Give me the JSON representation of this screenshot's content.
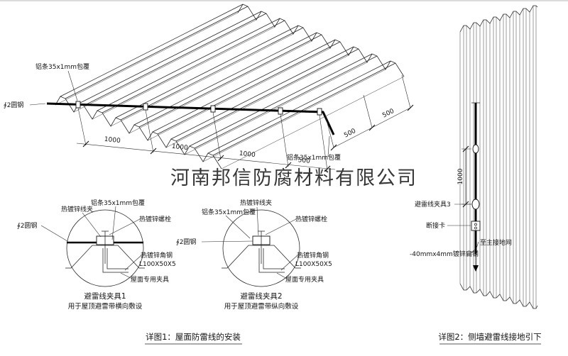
{
  "colors": {
    "line": "#1f1f1f",
    "red": "#cc1111",
    "watermark": "#a6a6a6"
  },
  "watermark": {
    "text": "河南邦信防腐材料有限公司"
  },
  "roof": {
    "labels": {
      "alu_strip_top": "铝条35x1mm包覆",
      "round_steel": "∮2圆钢",
      "alu_strip_right": "铝条35x1mm包覆"
    },
    "dims": {
      "d1": "1000",
      "d2": "1000",
      "d3": "1000",
      "d4": "500",
      "d5": "500",
      "d6": "500"
    }
  },
  "detail1": {
    "title": "避雷线夹具1",
    "subtitle": "用于屋顶避雷带横向敷设",
    "labels": {
      "clamp": "热镀锌线夹",
      "alu_strip": "铝条35x1mm包覆",
      "bolt": "热镀锌螺栓",
      "round_steel": "∮2圆钢",
      "angle_steel": "热镀锌角钢",
      "angle_spec": "L100X50X5",
      "fixture": "屋面专用夹具"
    }
  },
  "detail2": {
    "title": "避雷线夹具2",
    "subtitle": "用于屋顶避雷带纵向敷设",
    "labels": {
      "clamp": "热镀锌线夹",
      "alu_strip": "铝条35x1mm包覆",
      "bolt": "热镀锌螺栓",
      "round_steel": "∮2圆钢",
      "angle_steel": "热镀锌角钢",
      "angle_spec": "L100X50X5",
      "fixture": "屋面专用夹具"
    }
  },
  "wall": {
    "dim": "1000",
    "labels": {
      "clamp3": "避雷线夹具3",
      "disconnect": "断接卡",
      "to_ground": "至主接地网",
      "flat_steel": "-40mmx4mm镀锌扁钢"
    }
  },
  "captions": {
    "detail1": "详图1：屋面防雷线的安装",
    "detail2": "详图2：侧墙避雷线接地引下"
  }
}
